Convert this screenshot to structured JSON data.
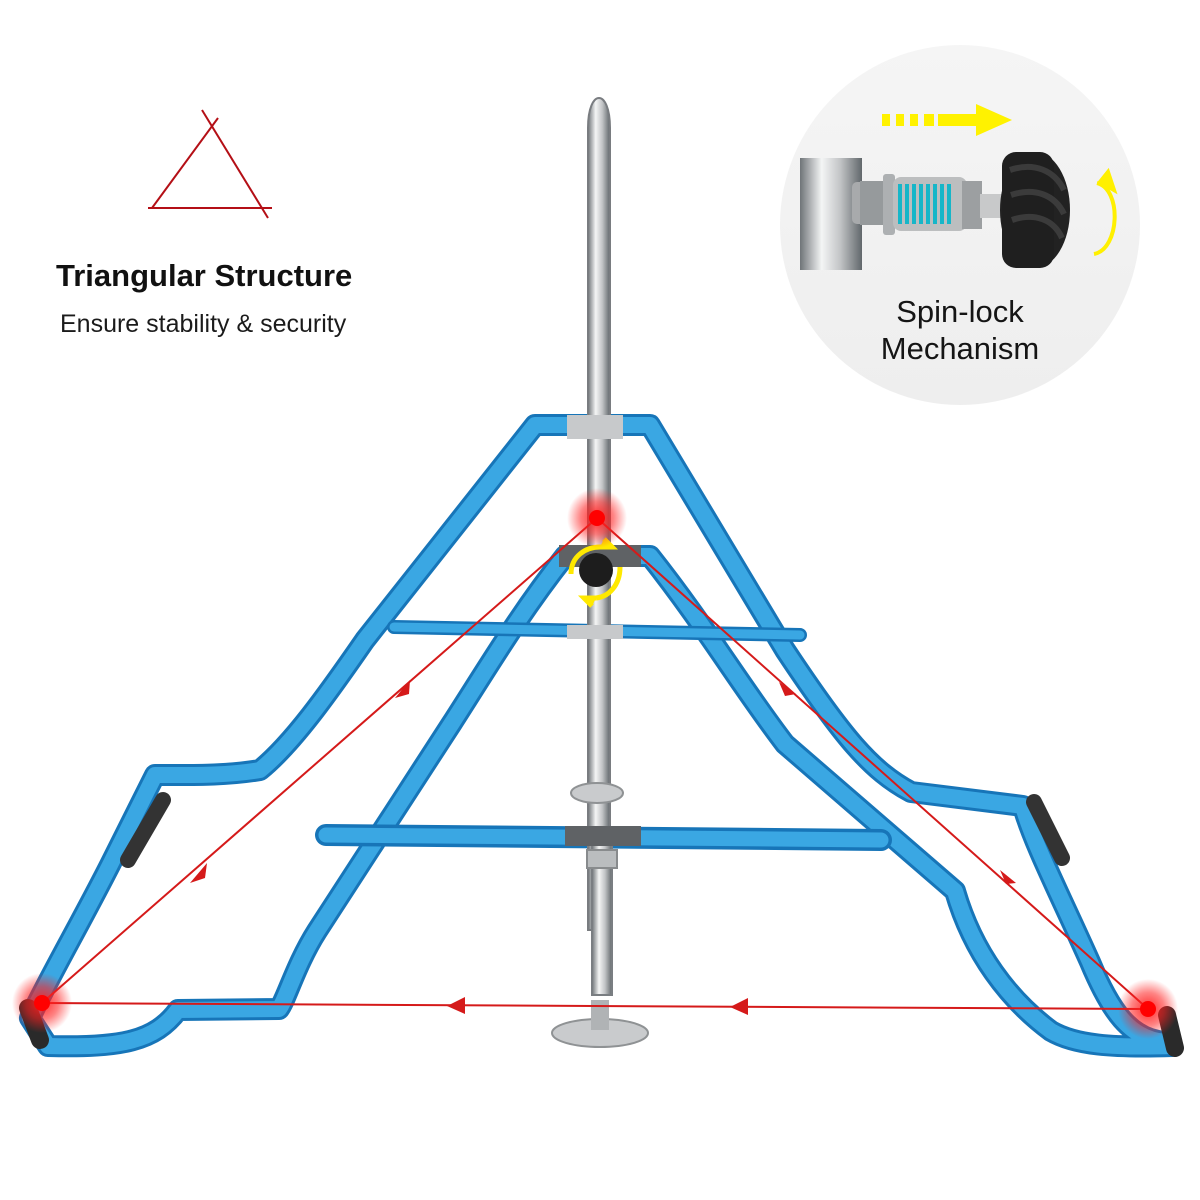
{
  "feature": {
    "title": "Triangular Structure",
    "subtitle": "Ensure stability & security"
  },
  "inset": {
    "line1": "Spin-lock",
    "line2": "Mechanism"
  },
  "colors": {
    "frame_blue": "#35a2df",
    "frame_outline": "#1779bf",
    "arrow_red": "#d51a1a",
    "lock_yellow": "#fff000",
    "steel": "#a5a7a9"
  }
}
